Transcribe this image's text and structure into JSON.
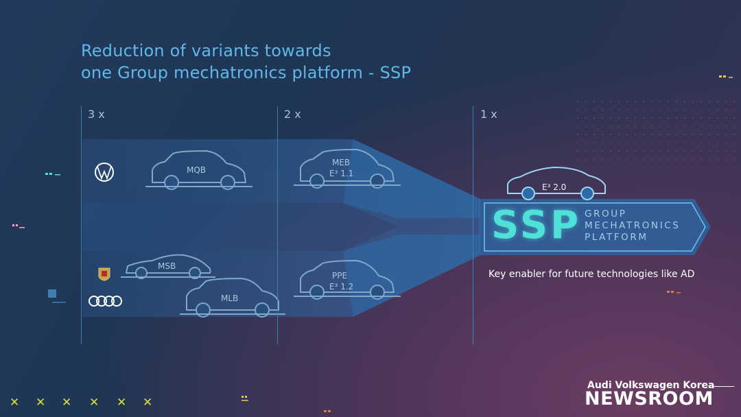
{
  "title": {
    "line1": "Reduction of variants towards",
    "line2": "one Group mechatronics platform - SSP"
  },
  "columns": [
    {
      "label": "3 x"
    },
    {
      "label": "2 x"
    },
    {
      "label": "1 x"
    }
  ],
  "cars": {
    "mqb": "MQB",
    "meb_line1": "MEB",
    "meb_line2": "E³ 1.1",
    "msb": "MSB",
    "mlb": "MLB",
    "ppe_line1": "PPE",
    "ppe_line2": "E³ 1.2",
    "ssp_car": "E³ 2.0"
  },
  "ssp": {
    "letters": "SSP",
    "sub_line1": "GROUP",
    "sub_line2": "MECHATRONICS",
    "sub_line3": "PLATFORM",
    "key_enabler": "Key enabler for future technologies like AD"
  },
  "brands": [
    "vw-logo",
    "porsche-logo",
    "audi-logo"
  ],
  "footer": {
    "brand": "Audi Volkswagen Korea",
    "newsroom": "NEWSROOM"
  },
  "colors": {
    "accent": "#5fb8e8",
    "ssp": "#4fe0d8",
    "x_marks": "#d7e03a"
  }
}
